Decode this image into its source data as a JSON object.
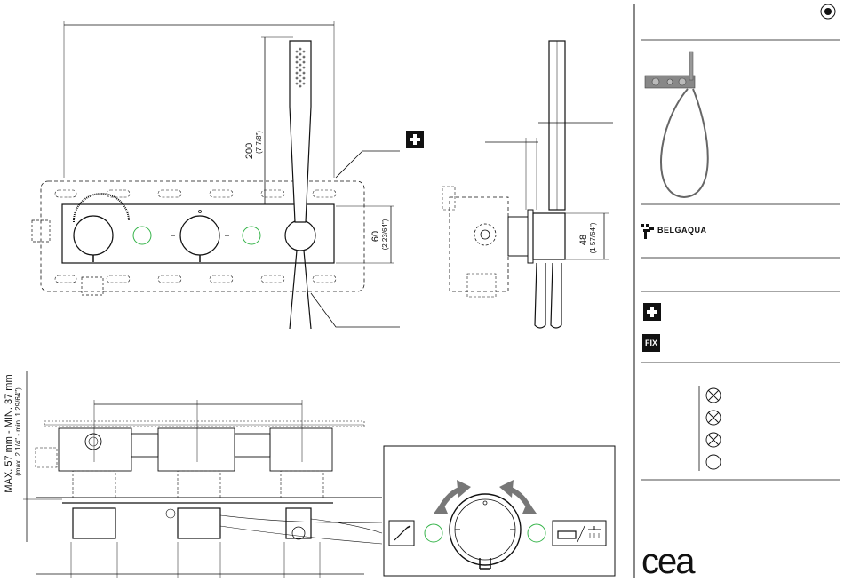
{
  "dimensions": {
    "height_200": "200",
    "height_200_in": "(7 7/8\")",
    "height_60": "60",
    "height_60_in": "(2 23/64\")",
    "height_48": "48",
    "height_48_in": "(1 57/64\")",
    "depth_range": "MAX. 57 mm - MIN. 37 mm",
    "depth_range_in": "(max. 2 1/4\" - min. 1 29/64\")"
  },
  "sidebar": {
    "brand_name": "BELGAQUA",
    "fix_label": "FIX",
    "icons": [
      "target-icon",
      "plus-icon",
      "fix-icon",
      "flow-symbol-icon"
    ]
  },
  "logo": {
    "text": "cea"
  }
}
